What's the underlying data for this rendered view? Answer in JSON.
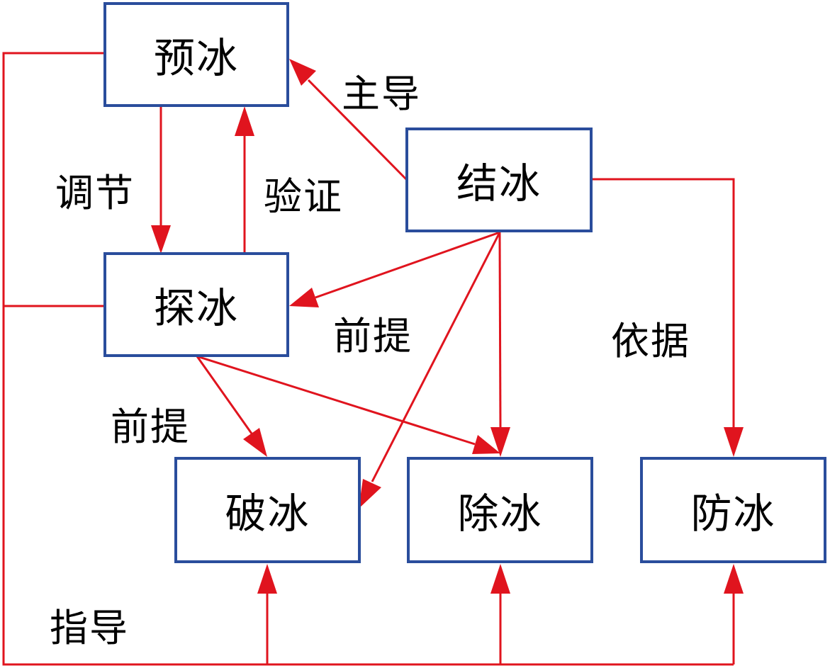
{
  "colors": {
    "box_border": "#2a4d9c",
    "arrow": "#e0141e",
    "text": "#000000"
  },
  "nodes": {
    "pre_ice": "预冰",
    "icing": "结冰",
    "detect_ice": "探冰",
    "break_ice": "破冰",
    "remove_ice": "除冰",
    "prevent_ice": "防冰"
  },
  "edge_labels": {
    "dominant": "主导",
    "regulate": "调节",
    "verify": "验证",
    "premise_1": "前提",
    "premise_2": "前提",
    "basis": "依据",
    "guide": "指导"
  }
}
